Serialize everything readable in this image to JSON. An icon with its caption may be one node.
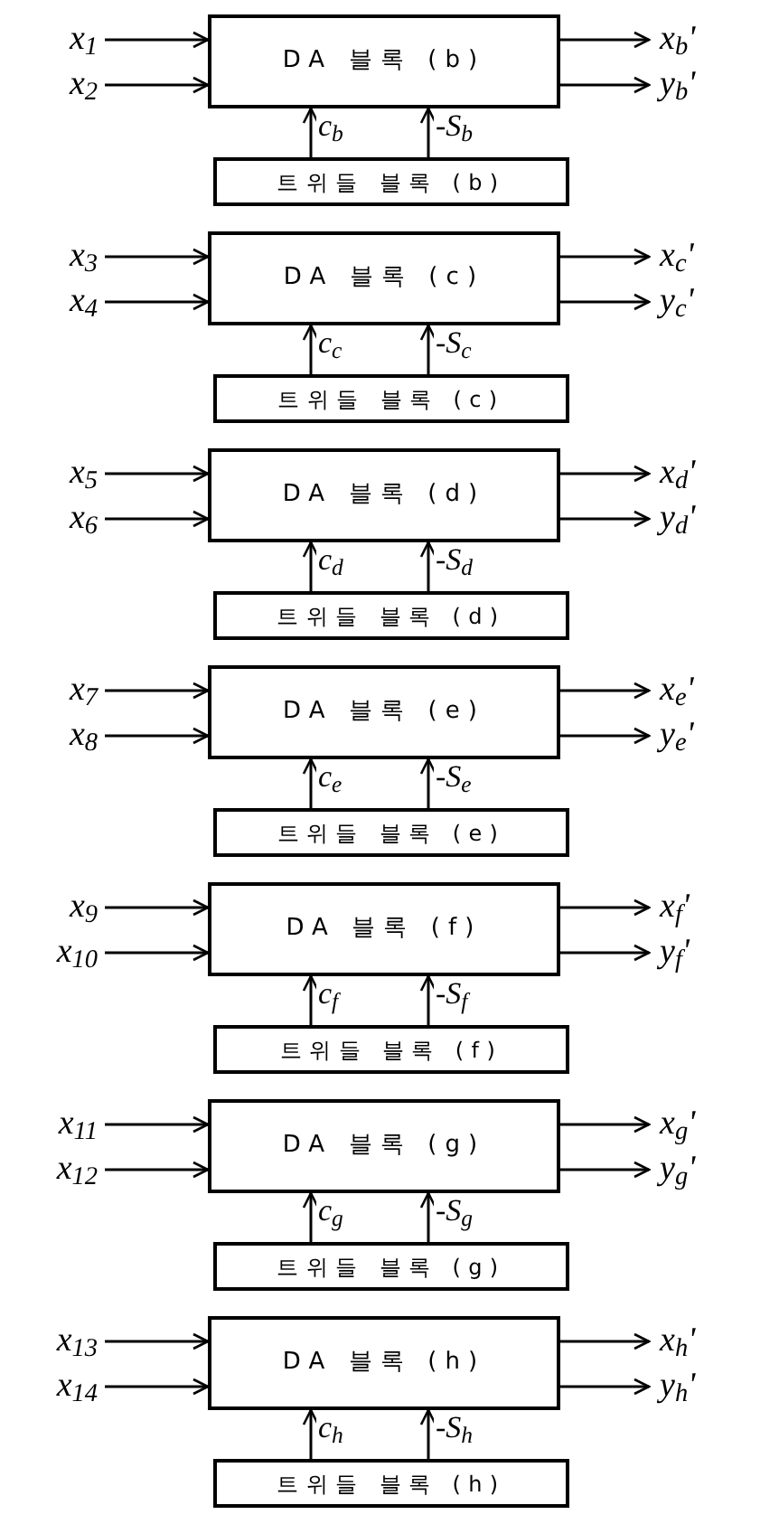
{
  "diagram": {
    "nodes": [
      {
        "text": [
          "x$_{1}$"
        ]
      },
      {
        "text": [
          "DA 블록 (b)"
        ]
      },
      {
        "text": [
          "x$_{b}$'"
        ]
      },
      {
        "text": [
          "x$_{2}$"
        ]
      },
      {
        "text": [
          "y$_{b}$'"
        ]
      },
      {
        "text": [
          "트위들 블록 (b)"
        ]
      },
      {
        "text": [
          "x$_{3}$"
        ]
      },
      {
        "text": [
          "DA 블록 (c)"
        ]
      },
      {
        "text": [
          "x$_{c}$'"
        ]
      },
      {
        "text": [
          "x$_{4}$"
        ]
      },
      {
        "text": [
          "y$_{c}$'"
        ]
      },
      {
        "text": [
          "트위들 블록 (c)"
        ]
      },
      {
        "text": [
          "x$_{5}$"
        ]
      },
      {
        "text": [
          "DA 블록 (d)"
        ]
      },
      {
        "text": [
          "x$_{d}$'"
        ]
      },
      {
        "text": [
          "x$_{6}$"
        ]
      },
      {
        "text": [
          "y$_{d}$'"
        ]
      },
      {
        "text": [
          "트위들 블록 (d)"
        ]
      },
      {
        "text": [
          "x$_{7}$"
        ]
      },
      {
        "text": [
          "DA 블록 (e)"
        ]
      },
      {
        "text": [
          "x$_{e}$'"
        ]
      },
      {
        "text": [
          "x$_{8}$"
        ]
      },
      {
        "text": [
          "y$_{e}$'"
        ]
      },
      {
        "text": [
          "트위들 블록 (e)"
        ]
      },
      {
        "text": [
          "x$_{9}$"
        ]
      },
      {
        "text": [
          "DA 블록 (f)"
        ]
      },
      {
        "text": [
          "x$_{f}$'"
        ]
      },
      {
        "text": [
          "x$_{10}$"
        ]
      },
      {
        "text": [
          "y$_{f}$'"
        ]
      },
      {
        "text": [
          "트위들 블록 (f)"
        ]
      },
      {
        "text": [
          "x$_{11}$"
        ]
      },
      {
        "text": [
          "DA 블록 (g)"
        ]
      },
      {
        "text": [
          "x$_{g}$'"
        ]
      },
      {
        "text": [
          "x$_{12}$"
        ]
      },
      {
        "text": [
          "y$_{g}$'"
        ]
      },
      {
        "text": [
          "트위들 블록 (g)"
        ]
      },
      {
        "text": [
          "x$_{13}$"
        ]
      },
      {
        "text": [
          "DA 블록 (h)"
        ]
      },
      {
        "text": [
          "x$_{h}$'"
        ]
      },
      {
        "text": [
          "x$_{14}$"
        ]
      },
      {
        "text": [
          "y$_{h}$'"
        ]
      },
      {
        "text": [
          "트위들 블록 (h)"
        ]
      }
    ],
    "edges": [
      {
        "from": 0,
        "to": 1,
        "arrow": "to"
      },
      {
        "from": 3,
        "to": 1,
        "arrow": "to"
      },
      {
        "from": 1,
        "to": 2,
        "arrow": "to"
      },
      {
        "from": 1,
        "to": 4,
        "arrow": "to"
      },
      {
        "from": 5,
        "to": 1,
        "arrow": "to",
        "label": "c$_{b}$"
      },
      {
        "from": 5,
        "to": 1,
        "arrow": "to",
        "label": "-S$_{b}$"
      },
      {
        "from": 6,
        "to": 7,
        "arrow": "to"
      },
      {
        "from": 9,
        "to": 7,
        "arrow": "to"
      },
      {
        "from": 7,
        "to": 8,
        "arrow": "to"
      },
      {
        "from": 7,
        "to": 10,
        "arrow": "to"
      },
      {
        "from": 11,
        "to": 7,
        "arrow": "to",
        "label": "c$_{c}$"
      },
      {
        "from": 11,
        "to": 7,
        "arrow": "to",
        "label": "-S$_{c}$"
      },
      {
        "from": 12,
        "to": 13,
        "arrow": "to"
      },
      {
        "from": 15,
        "to": 13,
        "arrow": "to"
      },
      {
        "from": 13,
        "to": 14,
        "arrow": "to"
      },
      {
        "from": 13,
        "to": 16,
        "arrow": "to"
      },
      {
        "from": 17,
        "to": 13,
        "arrow": "to",
        "label": "c$_{d}$"
      },
      {
        "from": 17,
        "to": 13,
        "arrow": "to",
        "label": "-S$_{d}$"
      },
      {
        "from": 18,
        "to": 19,
        "arrow": "to"
      },
      {
        "from": 21,
        "to": 19,
        "arrow": "to"
      },
      {
        "from": 19,
        "to": 20,
        "arrow": "to"
      },
      {
        "from": 19,
        "to": 22,
        "arrow": "to"
      },
      {
        "from": 23,
        "to": 19,
        "arrow": "to",
        "label": "c$_{e}$"
      },
      {
        "from": 23,
        "to": 19,
        "arrow": "to",
        "label": "-S$_{e}$"
      },
      {
        "from": 24,
        "to": 25,
        "arrow": "to"
      },
      {
        "from": 27,
        "to": 25,
        "arrow": "to"
      },
      {
        "from": 25,
        "to": 26,
        "arrow": "to"
      },
      {
        "from": 25,
        "to": 28,
        "arrow": "to"
      },
      {
        "from": 29,
        "to": 25,
        "arrow": "to",
        "label": "c$_{f}$"
      },
      {
        "from": 29,
        "to": 25,
        "arrow": "to",
        "label": "-S$_{f}$"
      },
      {
        "from": 30,
        "to": 31,
        "arrow": "to"
      },
      {
        "from": 33,
        "to": 31,
        "arrow": "to"
      },
      {
        "from": 31,
        "to": 32,
        "arrow": "to"
      },
      {
        "from": 31,
        "to": 34,
        "arrow": "to"
      },
      {
        "from": 35,
        "to": 31,
        "arrow": "to",
        "label": "c$_{g}$"
      },
      {
        "from": 35,
        "to": 31,
        "arrow": "to",
        "label": "-S$_{g}$"
      },
      {
        "from": 36,
        "to": 37,
        "arrow": "to"
      },
      {
        "from": 39,
        "to": 37,
        "arrow": "to"
      },
      {
        "from": 37,
        "to": 38,
        "arrow": "to"
      },
      {
        "from": 37,
        "to": 40,
        "arrow": "to"
      },
      {
        "from": 41,
        "to": 37,
        "arrow": "to",
        "label": "c$_{h}$"
      },
      {
        "from": 41,
        "to": 37,
        "arrow": "to",
        "label": "-S$_{h}$"
      }
    ]
  }
}
